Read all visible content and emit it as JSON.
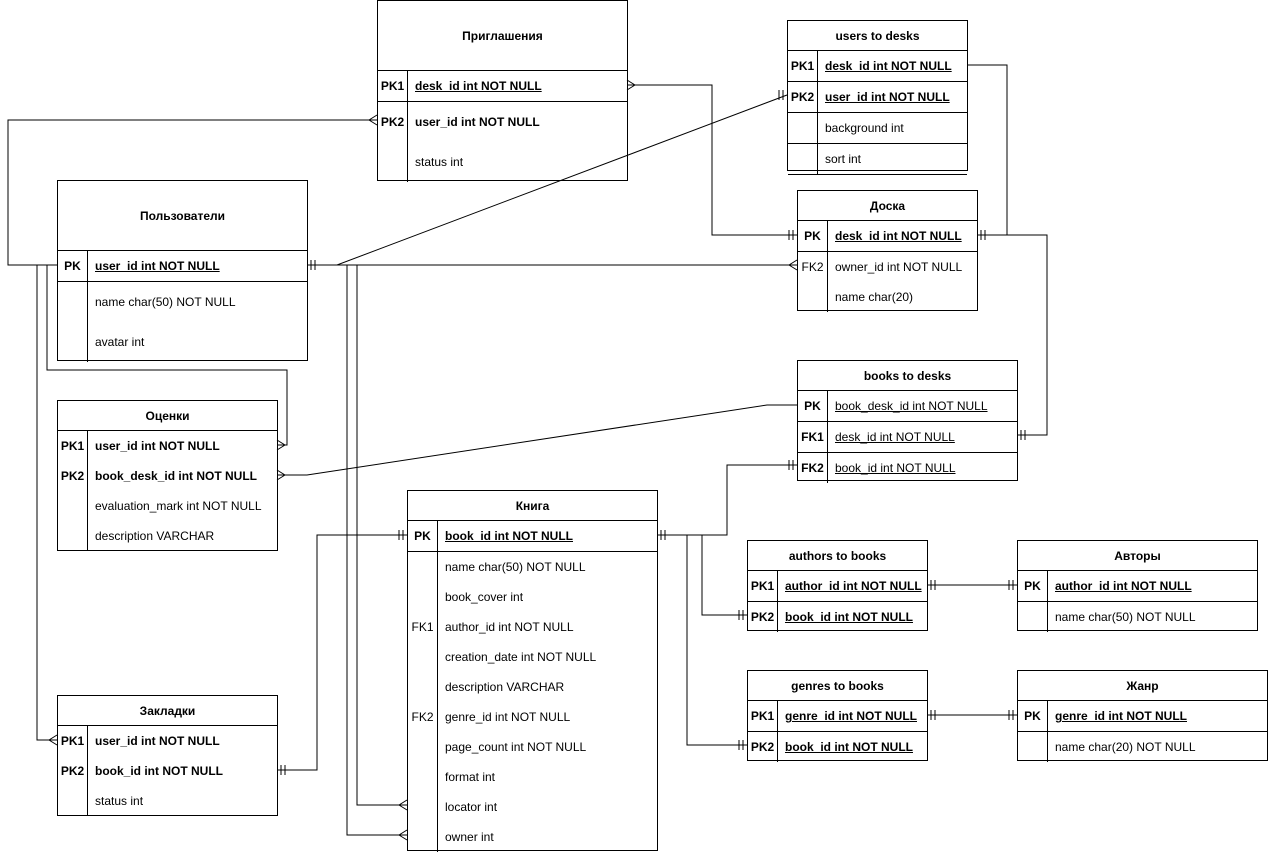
{
  "tables": {
    "invitations": {
      "title": "Приглашения",
      "rows": [
        {
          "key": "PK1",
          "field": "desk_id int NOT NULL"
        },
        {
          "key": "PK2",
          "field": "user_id int NOT NULL"
        },
        {
          "key": "",
          "field": "status int"
        }
      ]
    },
    "users_to_desks": {
      "title": "users to desks",
      "rows": [
        {
          "key": "PK1",
          "field": "desk_id int NOT NULL"
        },
        {
          "key": "PK2",
          "field": "user_id int NOT NULL"
        },
        {
          "key": "",
          "field": "background int"
        },
        {
          "key": "",
          "field": "sort int"
        }
      ]
    },
    "users": {
      "title": "Пользователи",
      "rows": [
        {
          "key": "PK",
          "field": "user_id int NOT NULL"
        },
        {
          "key": "",
          "field": "name char(50) NOT NULL"
        },
        {
          "key": "",
          "field": "avatar int"
        }
      ]
    },
    "desk": {
      "title": "Доска",
      "rows": [
        {
          "key": "PK",
          "field": "desk_id int NOT NULL"
        },
        {
          "key": "FK2",
          "field": "owner_id int NOT NULL"
        },
        {
          "key": "",
          "field": "name char(20)"
        }
      ]
    },
    "ratings": {
      "title": "Оценки",
      "rows": [
        {
          "key": "PK1",
          "field": "user_id int NOT NULL"
        },
        {
          "key": "PK2",
          "field": "book_desk_id int NOT NULL"
        },
        {
          "key": "",
          "field": "evaluation_mark int NOT NULL"
        },
        {
          "key": "",
          "field": "description VARCHAR"
        }
      ]
    },
    "books_to_desks": {
      "title": "books to desks",
      "rows": [
        {
          "key": "PK",
          "field": "book_desk_id int NOT NULL"
        },
        {
          "key": "FK1",
          "field": "desk_id int NOT NULL"
        },
        {
          "key": "FK2",
          "field": "book_id int NOT NULL"
        }
      ]
    },
    "book": {
      "title": "Книга",
      "rows": [
        {
          "key": "PK",
          "field": "book_id int NOT NULL"
        },
        {
          "key": "",
          "field": "name char(50) NOT NULL"
        },
        {
          "key": "",
          "field": "book_cover int"
        },
        {
          "key": "FK1",
          "field": "author_id int NOT NULL"
        },
        {
          "key": "",
          "field": "creation_date int NOT NULL"
        },
        {
          "key": "",
          "field": "description VARCHAR"
        },
        {
          "key": "FK2",
          "field": "genre_id int NOT NULL"
        },
        {
          "key": "",
          "field": "page_count int NOT NULL"
        },
        {
          "key": "",
          "field": "format int"
        },
        {
          "key": "",
          "field": "locator int"
        },
        {
          "key": "",
          "field": "owner int"
        }
      ]
    },
    "authors_to_books": {
      "title": "authors to books",
      "rows": [
        {
          "key": "PK1",
          "field": "author_id int NOT NULL"
        },
        {
          "key": "PK2",
          "field": "book_id int NOT NULL"
        }
      ]
    },
    "authors": {
      "title": "Авторы",
      "rows": [
        {
          "key": "PK",
          "field": "author_id int NOT NULL"
        },
        {
          "key": "",
          "field": "name char(50) NOT NULL"
        }
      ]
    },
    "bookmarks": {
      "title": "Закладки",
      "rows": [
        {
          "key": "PK1",
          "field": "user_id int NOT NULL"
        },
        {
          "key": "PK2",
          "field": "book_id int NOT NULL"
        },
        {
          "key": "",
          "field": "status int"
        }
      ]
    },
    "genres_to_books": {
      "title": "genres to books",
      "rows": [
        {
          "key": "PK1",
          "field": "genre_id int NOT NULL"
        },
        {
          "key": "PK2",
          "field": "book_id int NOT NULL"
        }
      ]
    },
    "genre": {
      "title": "Жанр",
      "rows": [
        {
          "key": "PK",
          "field": "genre_id int NOT NULL"
        },
        {
          "key": "",
          "field": "name char(20) NOT NULL"
        }
      ]
    }
  }
}
